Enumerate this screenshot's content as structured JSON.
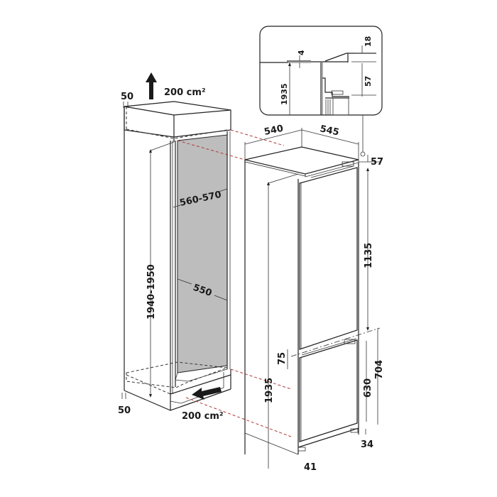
{
  "diagram": {
    "title": "Built-in fridge-freezer installation dimensions",
    "colors": {
      "line": "#222222",
      "niche_fill": "#bdbdbd",
      "floor_fill": "#e6e6e6",
      "guide_red": "#b03a3a",
      "background": "#ffffff"
    },
    "niche": {
      "top_gap": "50",
      "bottom_gap": "50",
      "top_vent_area": "200 cm²",
      "bottom_vent_area": "200 cm²",
      "height_range": "1940-1950",
      "width_range": "560-570",
      "depth": "550"
    },
    "appliance": {
      "width": "540",
      "depth": "545",
      "top_offset": "57",
      "total_height": "1935",
      "fridge_door_height": "1135",
      "door_gap": "75",
      "freezer_door_height": "630",
      "freezer_section_height": "704",
      "bottom_clearance": "34",
      "foot_offset": "41"
    },
    "detail_inset": {
      "gap_top": "4",
      "panel_thickness": "18",
      "hinge_offset": "57",
      "height": "1935"
    }
  }
}
